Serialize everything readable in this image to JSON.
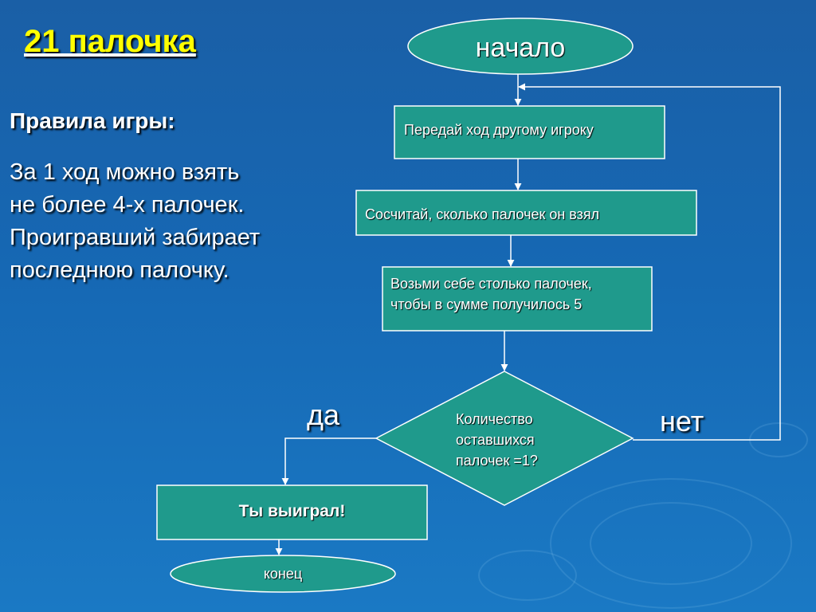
{
  "title": "21 палочка",
  "rules": {
    "heading": "Правила игры:",
    "lines": [
      "За 1 ход можно взять",
      "не более 4-х палочек.",
      "Проигравший забирает",
      "последнюю палочку."
    ]
  },
  "flowchart": {
    "start": "начало",
    "step1": "Передай ход другому игроку",
    "step2": "Сосчитай, сколько палочек он взял",
    "step3_line1": "Возьми себе столько палочек,",
    "step3_line2": "чтобы в сумме получилось 5",
    "decision_line1": "Количество",
    "decision_line2": "оставшихся",
    "decision_line3": "палочек =1?",
    "yes_label": "да",
    "no_label": "нет",
    "win": "Ты выиграл!",
    "end": "конец"
  },
  "colors": {
    "shape_fill": "#1f9a8c",
    "shape_stroke": "#ffffff",
    "title": "#ffff00",
    "text": "#ffffff"
  }
}
